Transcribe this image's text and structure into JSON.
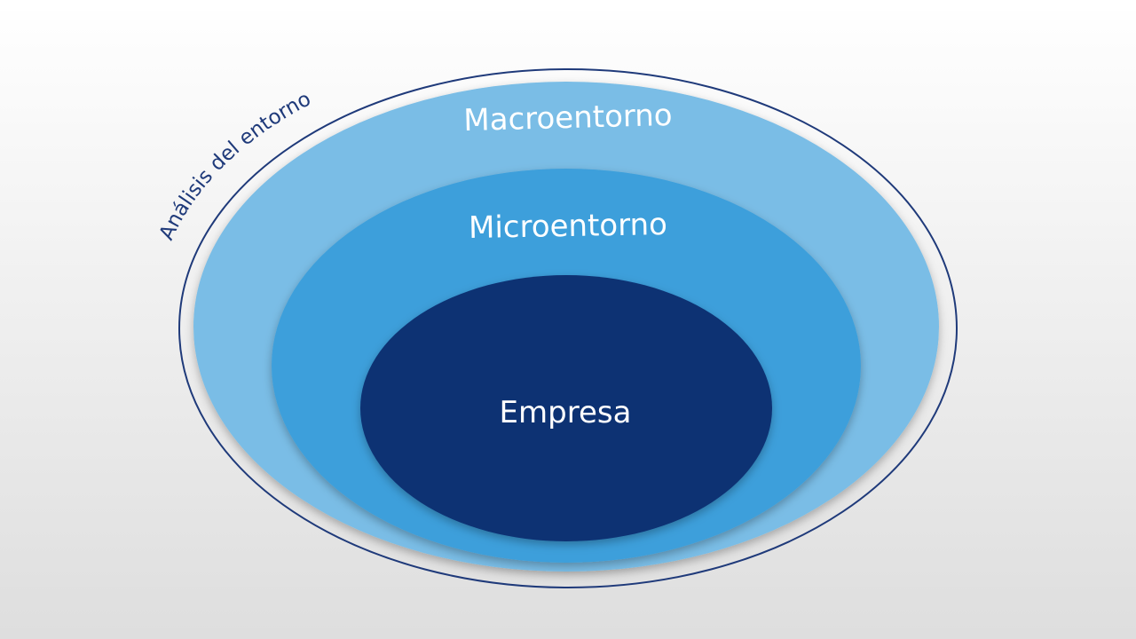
{
  "diagram": {
    "outer_label": "Análisis del entorno",
    "layers": [
      {
        "name": "macro",
        "label": "Macroentorno"
      },
      {
        "name": "micro",
        "label": "Microentorno"
      },
      {
        "name": "core",
        "label": "Empresa"
      }
    ]
  },
  "colors": {
    "background_top": "#ffffff",
    "background_bottom": "#dedede",
    "outer_ring": "#1f3a7a",
    "macro": "#7abde6",
    "micro": "#3d9fdb",
    "core": "#0d3173",
    "label_text": "#ffffff",
    "outer_label_text": "#1f3a7a"
  }
}
